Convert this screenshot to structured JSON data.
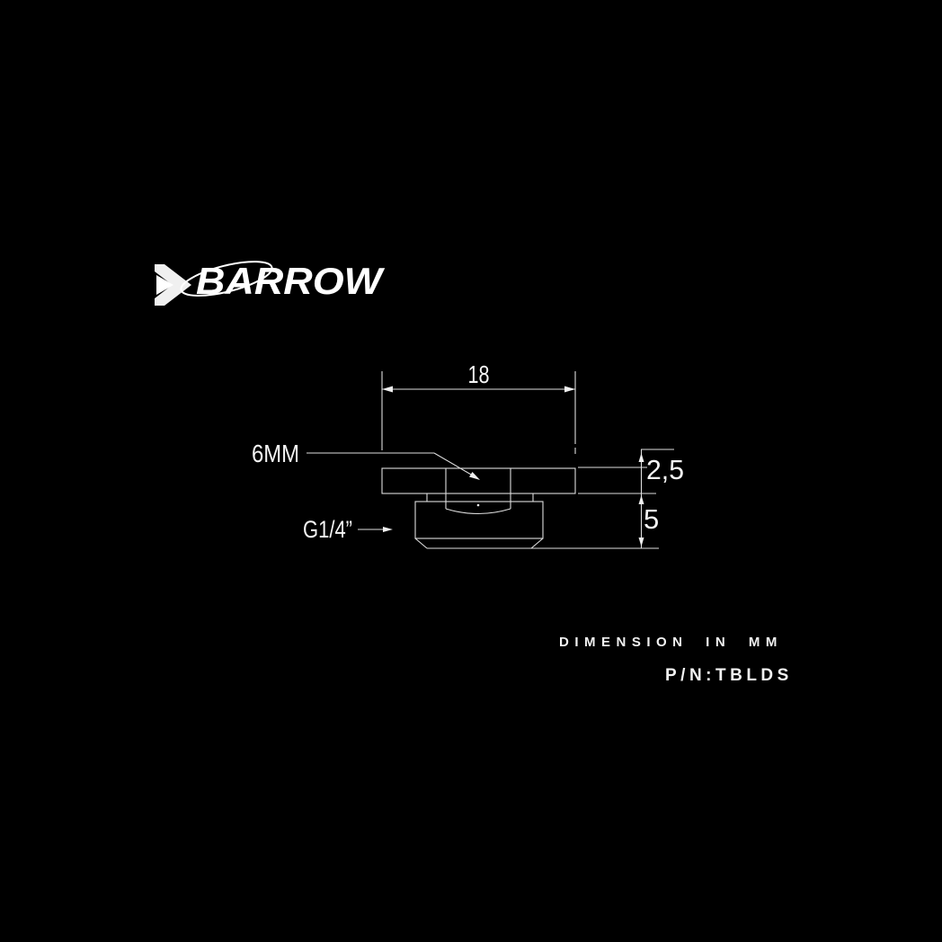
{
  "brand": {
    "name": "BARROW"
  },
  "drawing": {
    "width_dim": "18",
    "socket_callout": "6MM",
    "thread_callout": "G1/4”",
    "flange_thickness_dim": "2,5",
    "height_dim": "5"
  },
  "footer": {
    "dimension_note": "DIMENSION IN MM",
    "part_number": "P/N:TBLDS"
  },
  "colors": {
    "background": "#000000",
    "line": "#dedede",
    "text": "#f5f5f5"
  }
}
